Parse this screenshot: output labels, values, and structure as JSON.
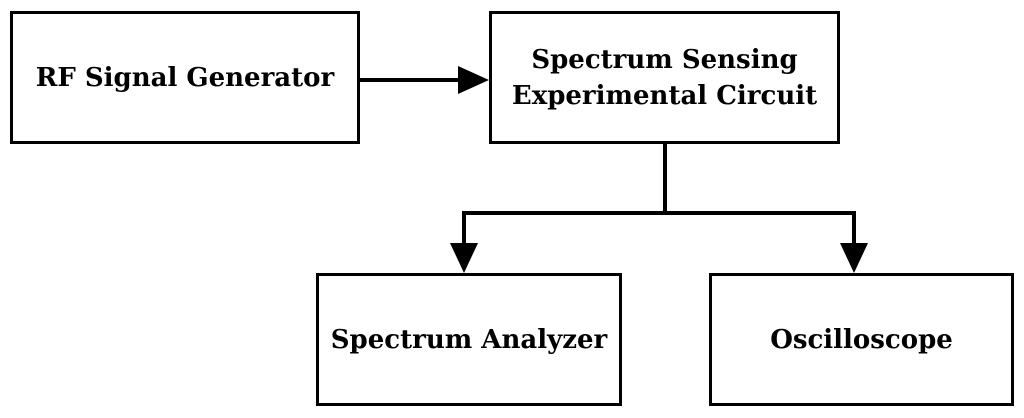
{
  "blocks": {
    "rf_signal_generator": "RF Signal Generator",
    "spectrum_sensing_line1": "Spectrum Sensing",
    "spectrum_sensing_line2": "Experimental Circuit",
    "spectrum_analyzer": "Spectrum Analyzer",
    "oscilloscope": "Oscilloscope"
  }
}
